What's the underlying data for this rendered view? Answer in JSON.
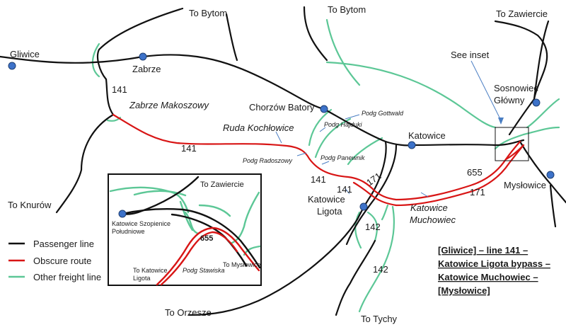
{
  "colors": {
    "passenger": "#111111",
    "obscure": "#d81515",
    "freight": "#5cc796",
    "station": "#3d72c9",
    "arrow": "#4a7ec3"
  },
  "destinations": {
    "bytom_1": "To Bytom",
    "bytom_2": "To Bytom",
    "zawiercie": "To Zawiercie",
    "knurow": "To Knurów",
    "orzesze": "To Orzesze",
    "tychy": "To Tychy"
  },
  "stations": {
    "gliwice": "Gliwice",
    "zabrze": "Zabrze",
    "zabrze_makoszowy": "Zabrze Makoszowy",
    "chorzow_batory": "Chorzów Batory",
    "ruda_kochlowice": "Ruda Kochłowice",
    "katowice": "Katowice",
    "sosnowiec_line1": "Sosnowiec",
    "sosnowiec_line2": "Główny",
    "myslowice": "Mysłowice",
    "ligota_line1": "Katowice",
    "ligota_line2": "Ligota",
    "muchowiec_line1": "Katowice",
    "muchowiec_line2": "Muchowiec"
  },
  "junctions": {
    "gottwald": "Podg Gottwald",
    "hajduki": "Podg Hajduki",
    "radoszowy": "Podg Radoszowy",
    "panewnik": "Podg Panewnik"
  },
  "line_numbers": {
    "l141_a": "141",
    "l141_b": "141",
    "l141_c": "141",
    "l141_d": "141",
    "l171_a": "171",
    "l171_b": "171",
    "l655": "655",
    "l142_a": "142",
    "l142_b": "142"
  },
  "see_inset": "See inset",
  "inset": {
    "zawiercie": "To Zawiercie",
    "szopienice_line1": "Katowice Szopienice",
    "szopienice_line2": "Południowe",
    "line_655": "655",
    "to_ligota_line1": "To Katowice",
    "to_ligota_line2": "Ligota",
    "stawiska": "Podg Stawiska",
    "to_myslowice": "To Mysłowice"
  },
  "legend": {
    "passenger": "Passenger line",
    "obscure": "Obscure route",
    "freight": "Other freight line"
  },
  "title": {
    "line1": "[Gliwice] – line 141 –",
    "line2": "Katowice Ligota bypass –",
    "line3": "Katowice Muchowiec –",
    "line4": "[Mysłowice]"
  }
}
